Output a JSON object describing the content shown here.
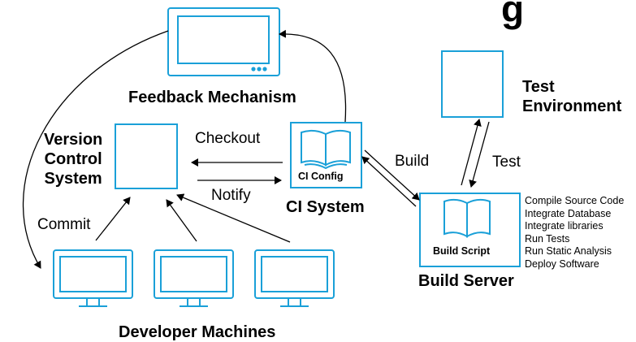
{
  "title_fragment": "g",
  "nodes": {
    "feedback": "Feedback Mechanism",
    "vcs": [
      "Version",
      "Control",
      "System"
    ],
    "ci_system": "CI System",
    "ci_config": "CI Config",
    "test_env": [
      "Test",
      "Environment"
    ],
    "build_server": "Build Server",
    "build_script": "Build Script",
    "developer_machines": "Developer Machines"
  },
  "edges": {
    "checkout": "Checkout",
    "notify": "Notify",
    "commit": "Commit",
    "build": "Build",
    "test": "Test"
  },
  "build_steps": [
    "Compile Source Code",
    "Integrate Database",
    "Integrate libraries",
    "Run Tests",
    "Run Static Analysis",
    "Deploy Software"
  ],
  "colors": {
    "accent": "#1aa0d8",
    "text": "#000000"
  }
}
